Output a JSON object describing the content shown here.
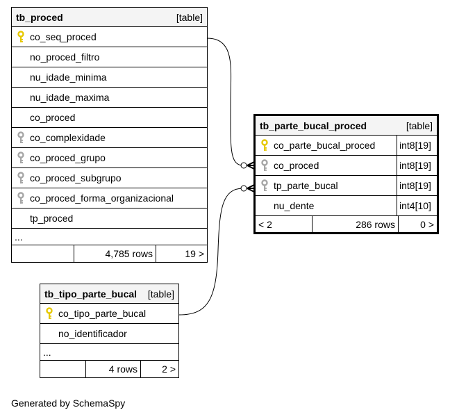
{
  "tables": {
    "tb_proced": {
      "name": "tb_proced",
      "kind": "[table]",
      "columns": [
        {
          "name": "co_seq_proced",
          "key": "primary"
        },
        {
          "name": "no_proced_filtro",
          "key": "none"
        },
        {
          "name": "nu_idade_minima",
          "key": "none"
        },
        {
          "name": "nu_idade_maxima",
          "key": "none"
        },
        {
          "name": "co_proced",
          "key": "none"
        },
        {
          "name": "co_complexidade",
          "key": "foreign"
        },
        {
          "name": "co_proced_grupo",
          "key": "foreign"
        },
        {
          "name": "co_proced_subgrupo",
          "key": "foreign"
        },
        {
          "name": "co_proced_forma_organizacional",
          "key": "foreign"
        },
        {
          "name": "tp_proced",
          "key": "none"
        }
      ],
      "more": "...",
      "footer": {
        "left": "",
        "rows": "4,785 rows",
        "children": "19 >"
      }
    },
    "tb_parte_bucal_proced": {
      "name": "tb_parte_bucal_proced",
      "kind": "[table]",
      "columns": [
        {
          "name": "co_parte_bucal_proced",
          "type": "int8[19]",
          "key": "primary"
        },
        {
          "name": "co_proced",
          "type": "int8[19]",
          "key": "foreign"
        },
        {
          "name": "tp_parte_bucal",
          "type": "int8[19]",
          "key": "foreign"
        },
        {
          "name": "nu_dente",
          "type": "int4[10]",
          "key": "none"
        }
      ],
      "footer": {
        "left": "< 2",
        "rows": "286 rows",
        "children": "0 >"
      }
    },
    "tb_tipo_parte_bucal": {
      "name": "tb_tipo_parte_bucal",
      "kind": "[table]",
      "columns": [
        {
          "name": "co_tipo_parte_bucal",
          "key": "primary"
        },
        {
          "name": "no_identificador",
          "key": "none"
        }
      ],
      "more": "...",
      "footer": {
        "left": "",
        "rows": "4 rows",
        "children": "2 >"
      }
    }
  },
  "colors": {
    "primary_key": "#e6c800",
    "foreign_key": "#a6a6a6",
    "header_bg": "#f4f4f4"
  },
  "footer_text": "Generated by SchemaSpy"
}
